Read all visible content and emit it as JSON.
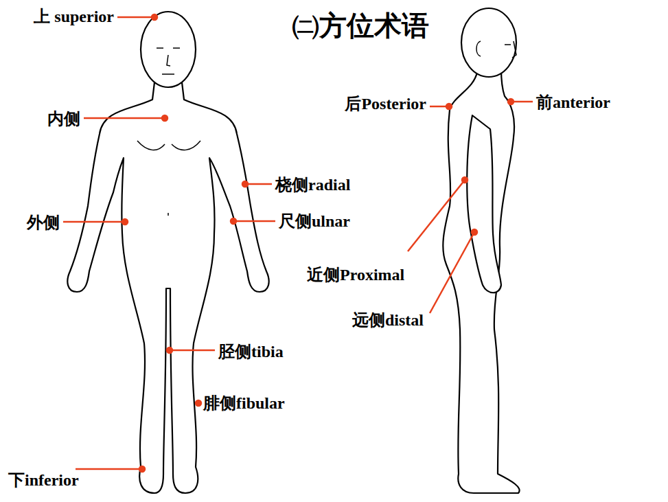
{
  "diagram": {
    "title": "㈡方位术语",
    "labels": [
      "上 superior",
      "内侧",
      "桡侧radial",
      "外侧",
      "尺侧ulnar",
      "胫侧tibia",
      "腓侧fibular",
      "下inferior",
      "后Posterior",
      "前anterior",
      "近侧Proximal",
      "远侧distal"
    ]
  }
}
